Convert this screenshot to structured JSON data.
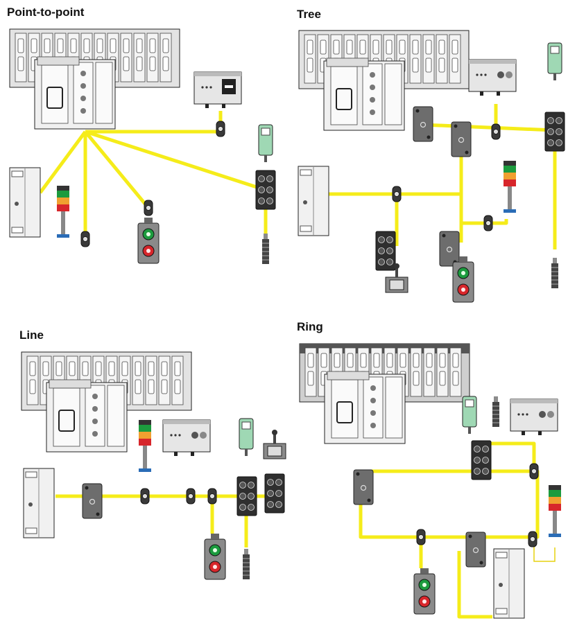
{
  "diagrams": [
    {
      "id": "point-to-point",
      "title": "Point-to-point"
    },
    {
      "id": "tree",
      "title": "Tree"
    },
    {
      "id": "line",
      "title": "Line"
    },
    {
      "id": "ring",
      "title": "Ring"
    }
  ],
  "colors": {
    "cable": "#f5ec1a",
    "device_grey": "#6d6d6d",
    "panel_grey": "#e3e3e3",
    "io_green": "#9fd8b4",
    "lamp_green": "#1c9b3e",
    "lamp_orange": "#f0a030",
    "lamp_red": "#d7262b",
    "outline": "#222222"
  }
}
